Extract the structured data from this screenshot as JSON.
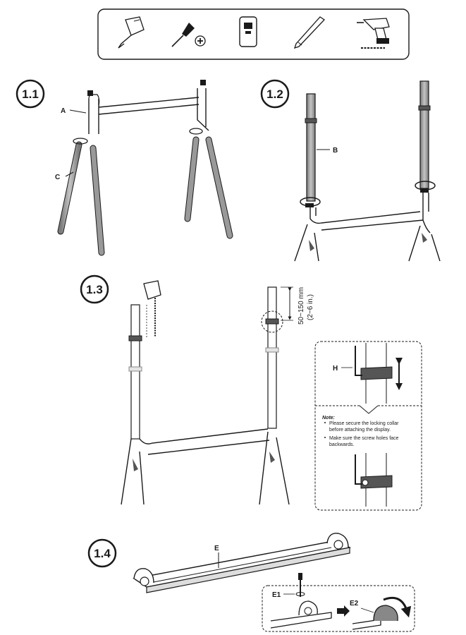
{
  "tools": [
    {
      "icon": "tape-measure-icon"
    },
    {
      "icon": "screwdriver-icon"
    },
    {
      "icon": "stud-finder-icon"
    },
    {
      "icon": "pencil-icon"
    },
    {
      "icon": "drill-icon"
    }
  ],
  "steps": {
    "s1": {
      "number": "1.1",
      "label_a": "A",
      "label_c": "C"
    },
    "s2": {
      "number": "1.2",
      "label_b": "B"
    },
    "s3": {
      "number": "1.3",
      "dimension_mm": "50~150 mm",
      "dimension_in": "(2~6 in.)",
      "label_h": "H",
      "note_title": "Note:",
      "note_items": [
        "Please secure the locking collar",
        "before attaching the display.",
        "Make sure the screw holes face",
        "backwards."
      ]
    },
    "s4": {
      "number": "1.4",
      "label_e": "E",
      "label_e1": "E1",
      "label_e2": "E2"
    }
  }
}
